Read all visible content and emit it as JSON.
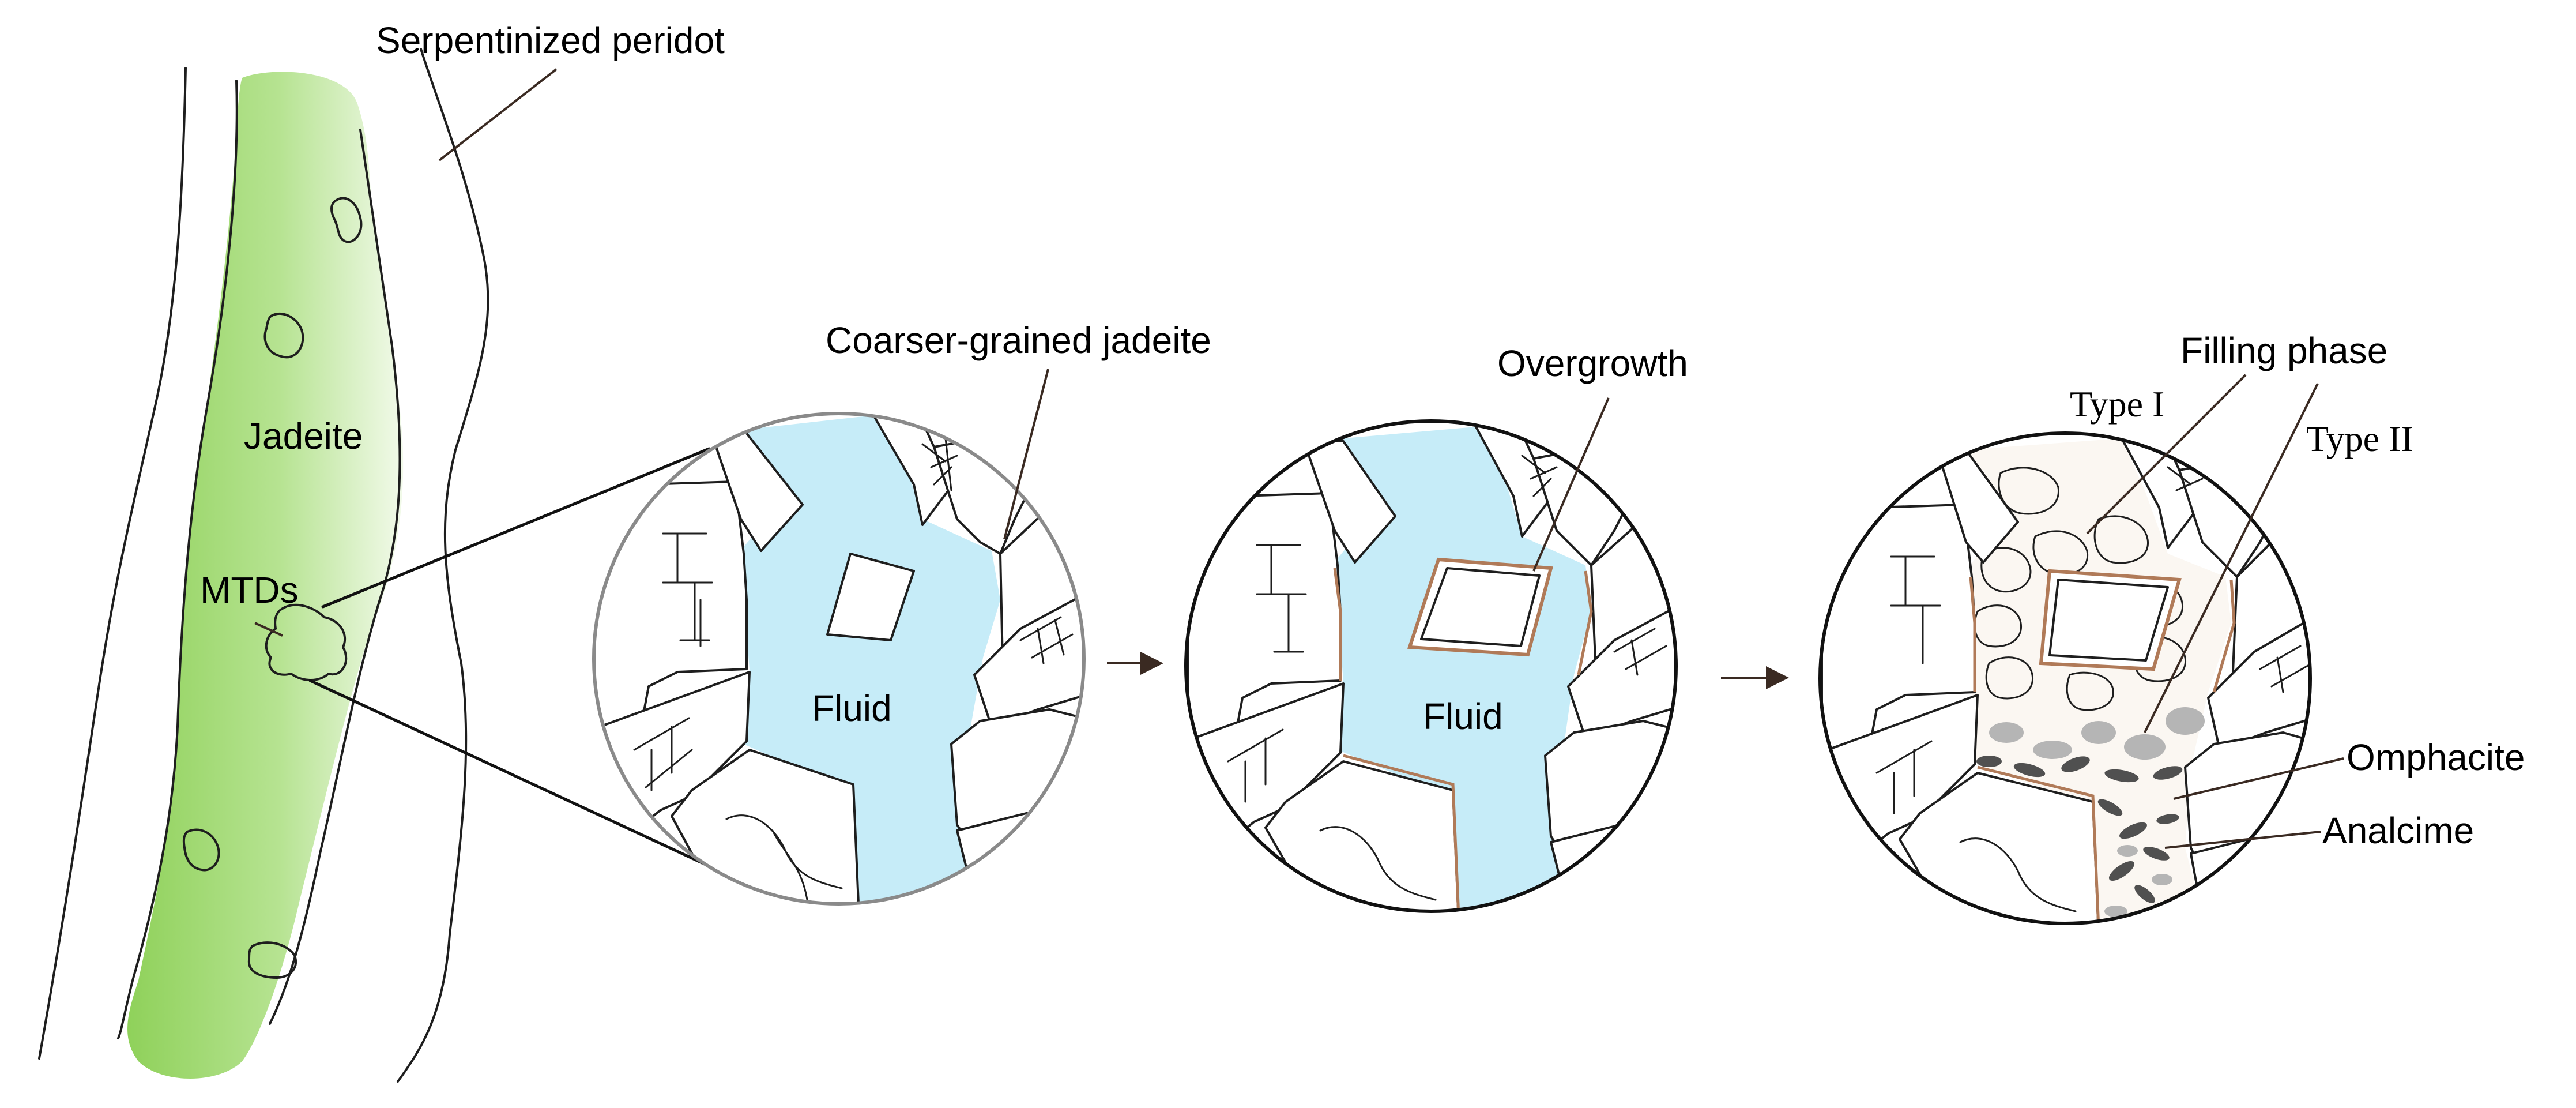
{
  "title": "",
  "labels": {
    "serpentinized_peridot": "Serpentinized peridot",
    "jadeite": "Jadeite",
    "mtds": "MTDs",
    "coarser_grained_jadeite": "Coarser-grained jadeite",
    "fluid_1": "Fluid",
    "overgrowth": "Overgrowth",
    "fluid_2": "Fluid",
    "filling_phase": "Filling phase",
    "type_1": "Type I",
    "type_2": "Type II",
    "omphacite": "Omphacite",
    "analcime": "Analcime"
  },
  "colors": {
    "jadeite_vein_dark": "#8fd15a",
    "jadeite_vein_light": "#e3f5d3",
    "mtd_fill": "#d4f7d2",
    "fluid": "#c6ecf8",
    "overgrowth_rim": "#b07a58",
    "omphacite_grain": "#b5b5b5",
    "analcime_grain": "#505050",
    "lens_outline_stage1": "#8a8a8a",
    "arrow": "#3a2a22"
  },
  "stages": [
    {
      "name": "stage-1",
      "fluid_label": "Fluid"
    },
    {
      "name": "stage-2",
      "fluid_label": "Fluid"
    },
    {
      "name": "stage-3"
    }
  ]
}
